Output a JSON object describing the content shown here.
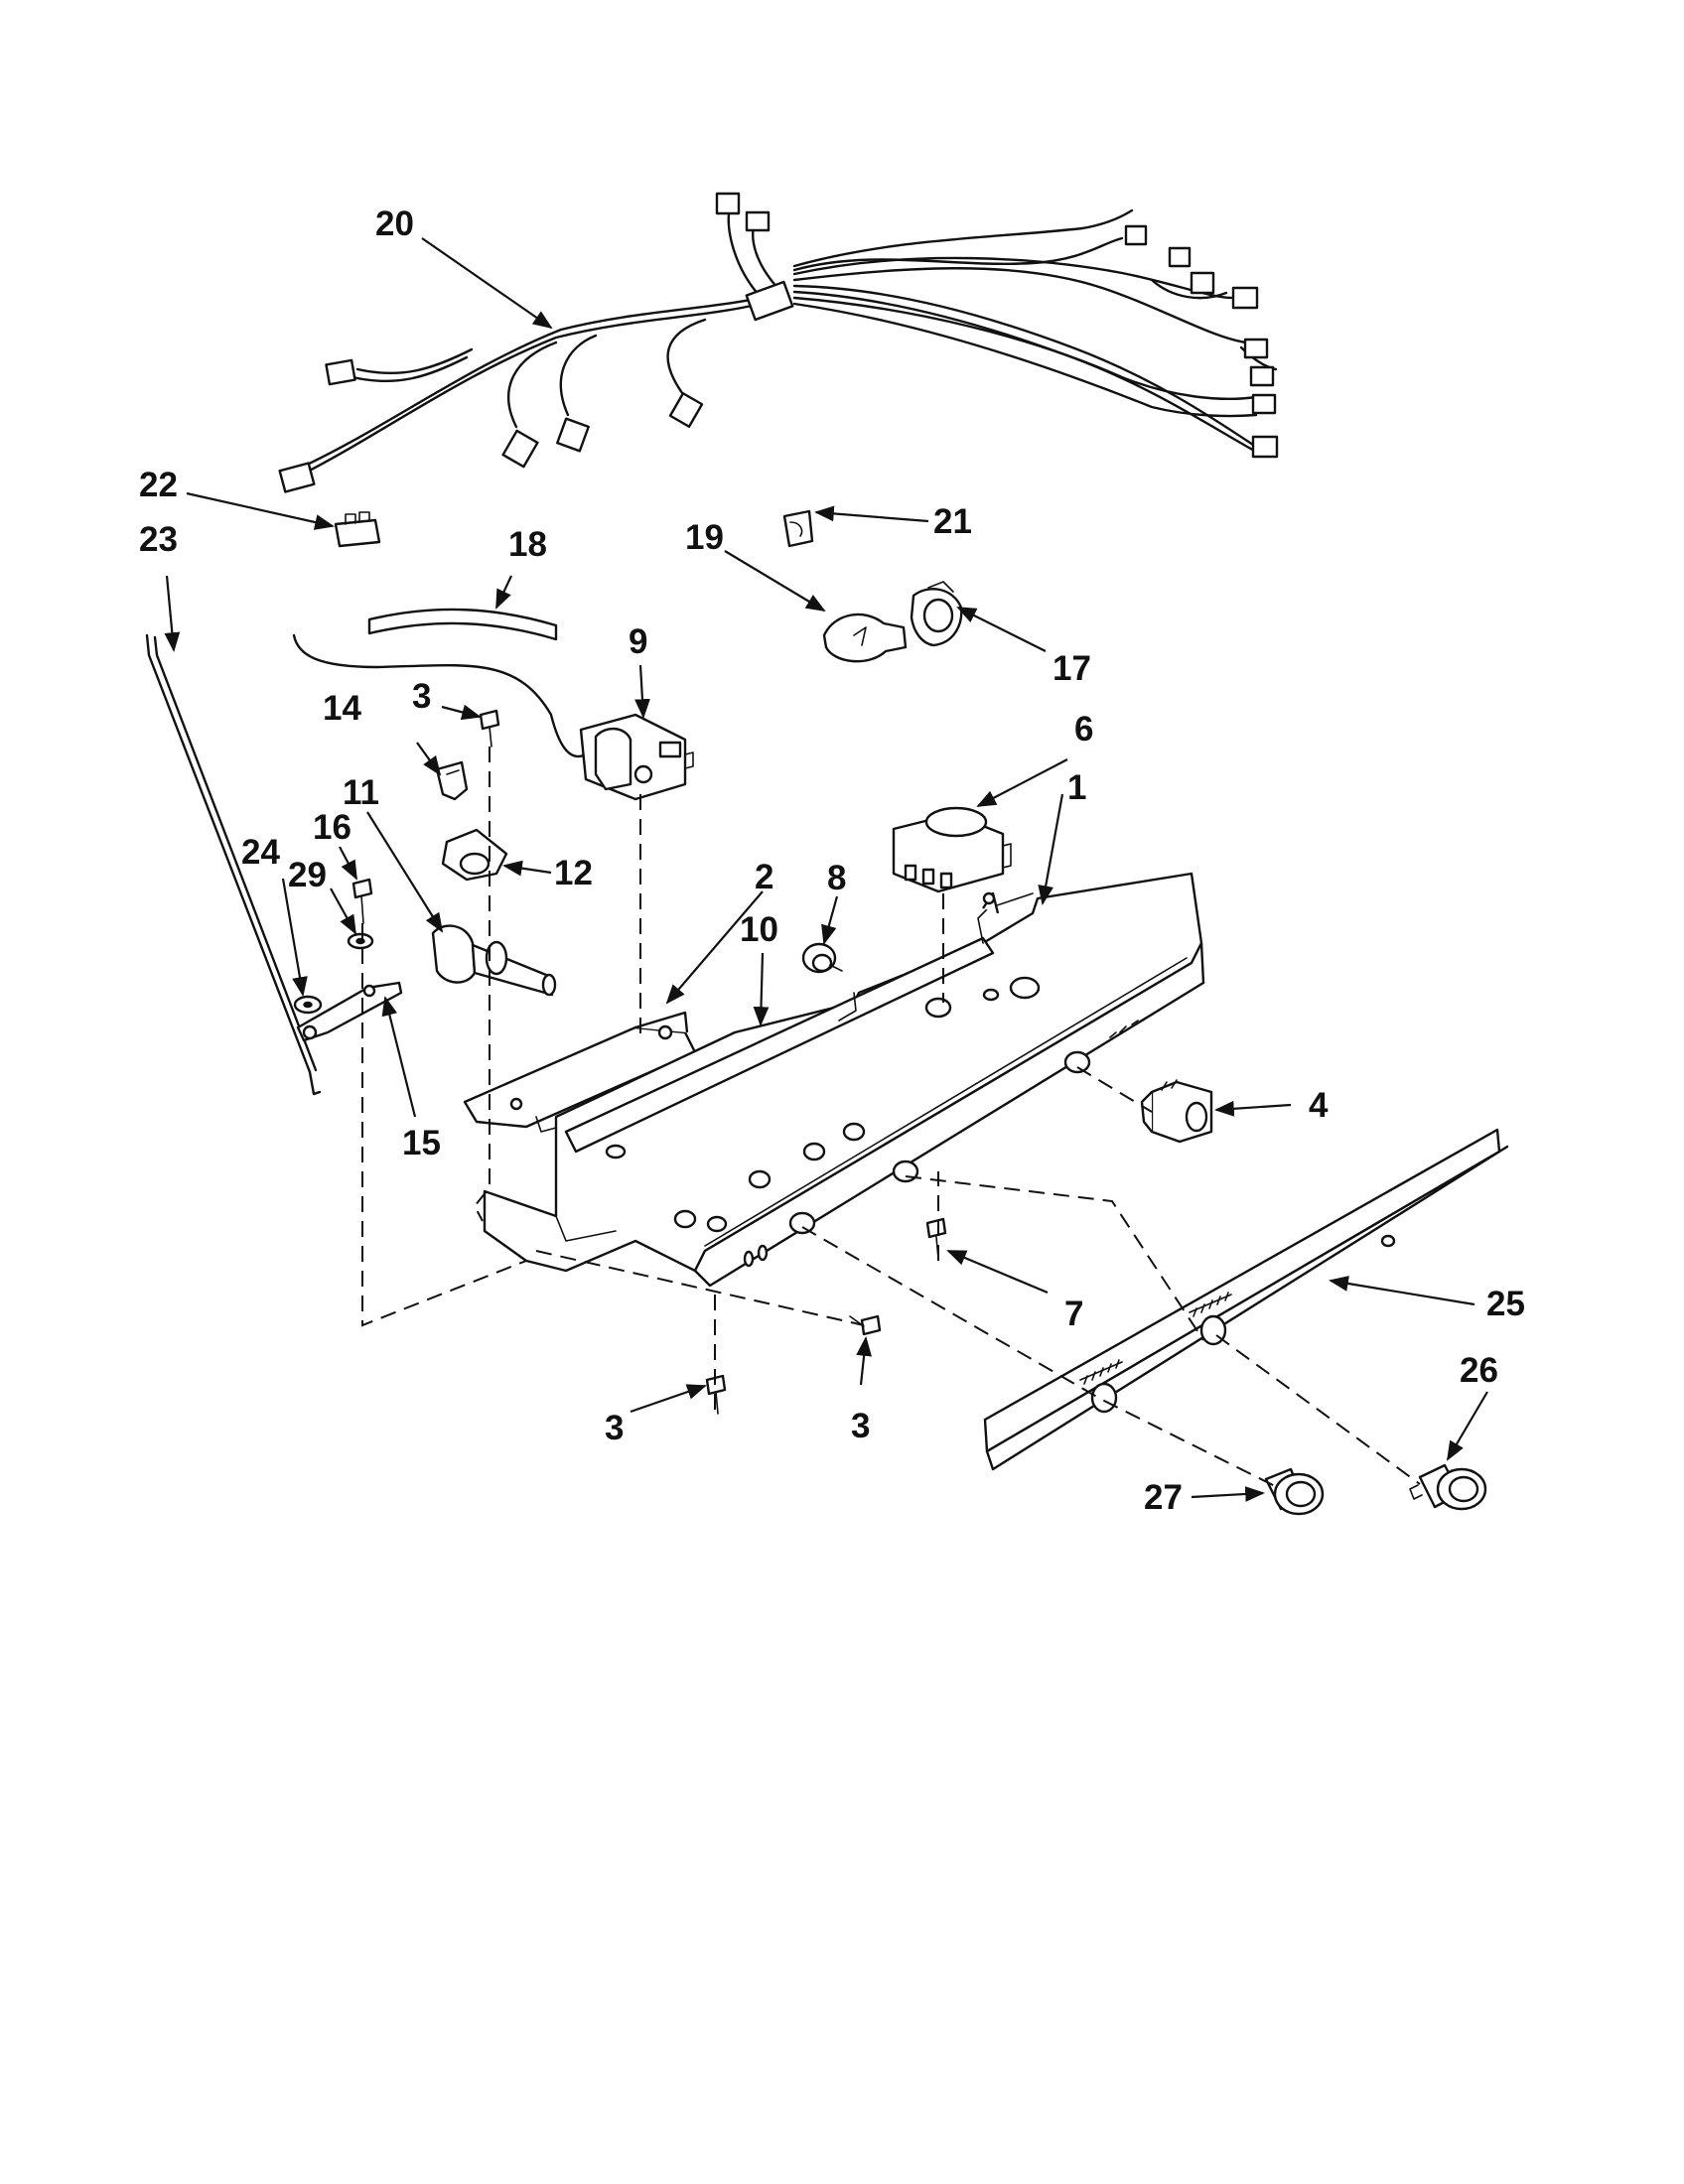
{
  "diagram": {
    "callouts": [
      {
        "id": "c1",
        "text": "1"
      },
      {
        "id": "c2",
        "text": "2"
      },
      {
        "id": "c3a",
        "text": "3"
      },
      {
        "id": "c3b",
        "text": "3"
      },
      {
        "id": "c3c",
        "text": "3"
      },
      {
        "id": "c4",
        "text": "4"
      },
      {
        "id": "c6",
        "text": "6"
      },
      {
        "id": "c7",
        "text": "7"
      },
      {
        "id": "c8",
        "text": "8"
      },
      {
        "id": "c9",
        "text": "9"
      },
      {
        "id": "c10",
        "text": "10"
      },
      {
        "id": "c11",
        "text": "11"
      },
      {
        "id": "c12",
        "text": "12"
      },
      {
        "id": "c14",
        "text": "14"
      },
      {
        "id": "c15",
        "text": "15"
      },
      {
        "id": "c16",
        "text": "16"
      },
      {
        "id": "c17",
        "text": "17"
      },
      {
        "id": "c18",
        "text": "18"
      },
      {
        "id": "c19",
        "text": "19"
      },
      {
        "id": "c20",
        "text": "20"
      },
      {
        "id": "c21",
        "text": "21"
      },
      {
        "id": "c22",
        "text": "22"
      },
      {
        "id": "c23",
        "text": "23"
      },
      {
        "id": "c24",
        "text": "24"
      },
      {
        "id": "c25",
        "text": "25"
      },
      {
        "id": "c26",
        "text": "26"
      },
      {
        "id": "c27",
        "text": "27"
      },
      {
        "id": "c29",
        "text": "29"
      }
    ]
  }
}
